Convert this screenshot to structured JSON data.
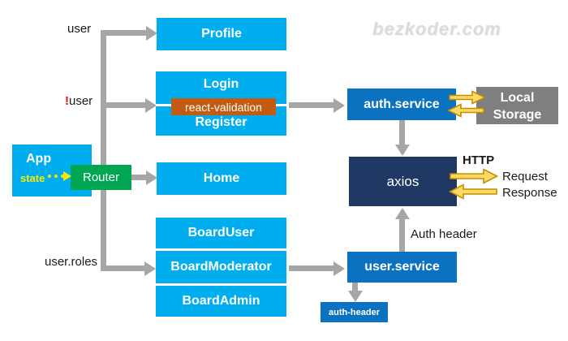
{
  "watermark": "bezkoder.com",
  "colors": {
    "cyan": "#00AEEF",
    "green": "#00A651",
    "service_blue": "#0B72C0",
    "axios_navy": "#1F3864",
    "storage_gray": "#7F7F7F",
    "validation_orange": "#C55A11",
    "connector_gray": "#A6A6A6",
    "state_yellow": "#FFE900",
    "gold_arrow_fill": "#FFD966",
    "gold_arrow_stroke": "#BF9000",
    "bang_red": "#FF0000"
  },
  "nodes": {
    "app": {
      "label": "App",
      "state_label": "state"
    },
    "router": {
      "label": "Router"
    },
    "profile": {
      "label": "Profile"
    },
    "login": {
      "label": "Login"
    },
    "react_validation": {
      "label": "react-validation"
    },
    "register": {
      "label": "Register"
    },
    "home": {
      "label": "Home"
    },
    "board_user": {
      "label": "BoardUser"
    },
    "board_moderator": {
      "label": "BoardModerator"
    },
    "board_admin": {
      "label": "BoardAdmin"
    },
    "auth_service": {
      "label": "auth.service"
    },
    "local_storage": {
      "line1": "Local",
      "line2": "Storage"
    },
    "axios": {
      "label": "axios"
    },
    "user_service": {
      "label": "user.service"
    },
    "auth_header_box": {
      "label": "auth-header"
    }
  },
  "edge_labels": {
    "user": "user",
    "not_user_bang": "!",
    "not_user_rest": "user",
    "user_roles": "user.roles",
    "auth_header": "Auth header",
    "http": "HTTP",
    "request": "Request",
    "response": "Response"
  }
}
